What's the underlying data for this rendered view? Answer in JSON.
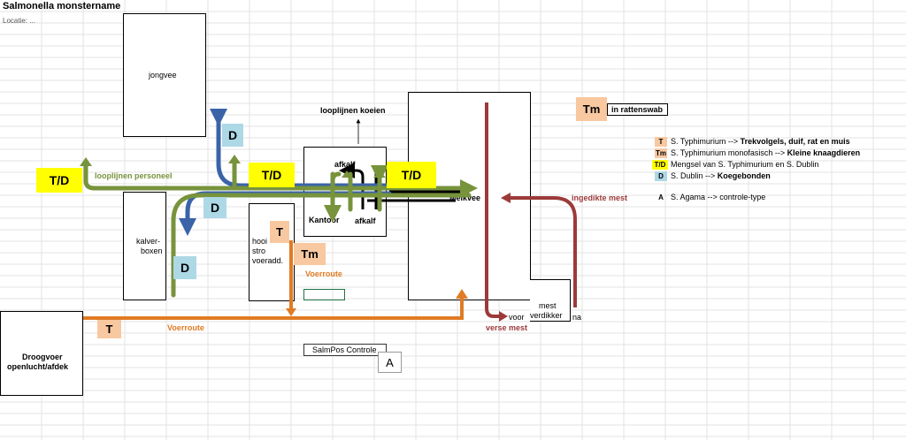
{
  "title": "Salmonella monstername",
  "subtitle": "Locatie: ...",
  "buildings": {
    "jongvee": "jongvee",
    "kalverboxen": "kalver-\nboxen",
    "hooi_lines": [
      "hooi",
      "stro",
      "voeradd."
    ],
    "kantoor": "Kantoor",
    "afkalf_top": "afkalf",
    "afkalf_bottom": "afkalf",
    "melkvee": "Melkvee",
    "mest_verdikker": [
      "mest",
      "verdikker"
    ],
    "droogvoer": [
      "Droogvoer",
      "openlucht/afdek"
    ]
  },
  "route_labels": {
    "looplijnen_personeel": "looplijnen personeel",
    "looplijnen_koeien": "looplijnen koeien",
    "voerroute_1": "Voerroute",
    "voerroute_2": "Voerroute",
    "ingedikte_mest": "ingedikte mest",
    "verse_mest": "verse mest",
    "voor": "voor",
    "na": "na"
  },
  "sample_tags": {
    "td_left": "T/D",
    "td_mid": "T/D",
    "td_right": "T/D",
    "d_top": "D",
    "d_mid": "D",
    "d_low": "D",
    "t_hooi": "T",
    "tm_hooi": "Tm",
    "t_voer": "T",
    "tm_ratten": "Tm",
    "a_control": "A"
  },
  "ratten": "in rattenswab",
  "salmpos": "SalmPos Controle",
  "legend": [
    {
      "code": "T",
      "text": "S. Typhimurium --> ",
      "bold": "Trekvolgels, duif, rat en muis",
      "color": "#f8c8a0"
    },
    {
      "code": "Tm",
      "text": "S. Typhimurium monofasisch --> ",
      "bold": "Kleine knaagdieren",
      "color": "#f8c8a0"
    },
    {
      "code": "T/D",
      "text": "Mengsel van S. Typhimurium en S. Dublin",
      "bold": "",
      "color": "#ffff00"
    },
    {
      "code": "D",
      "text": "S. Dublin --> ",
      "bold": "Koegebonden",
      "color": "#add8e6"
    },
    {
      "code": "A",
      "text": "S. Agama --> controle-type",
      "bold": "",
      "color": "#ffffff"
    }
  ],
  "colors": {
    "personnel": "#77933c",
    "dublin": "#3a63a8",
    "feed": "#e07b24",
    "manure": "#9c3a3a",
    "yellow": "#ffff00",
    "blue": "#add8e6",
    "orange": "#f8c8a0"
  }
}
